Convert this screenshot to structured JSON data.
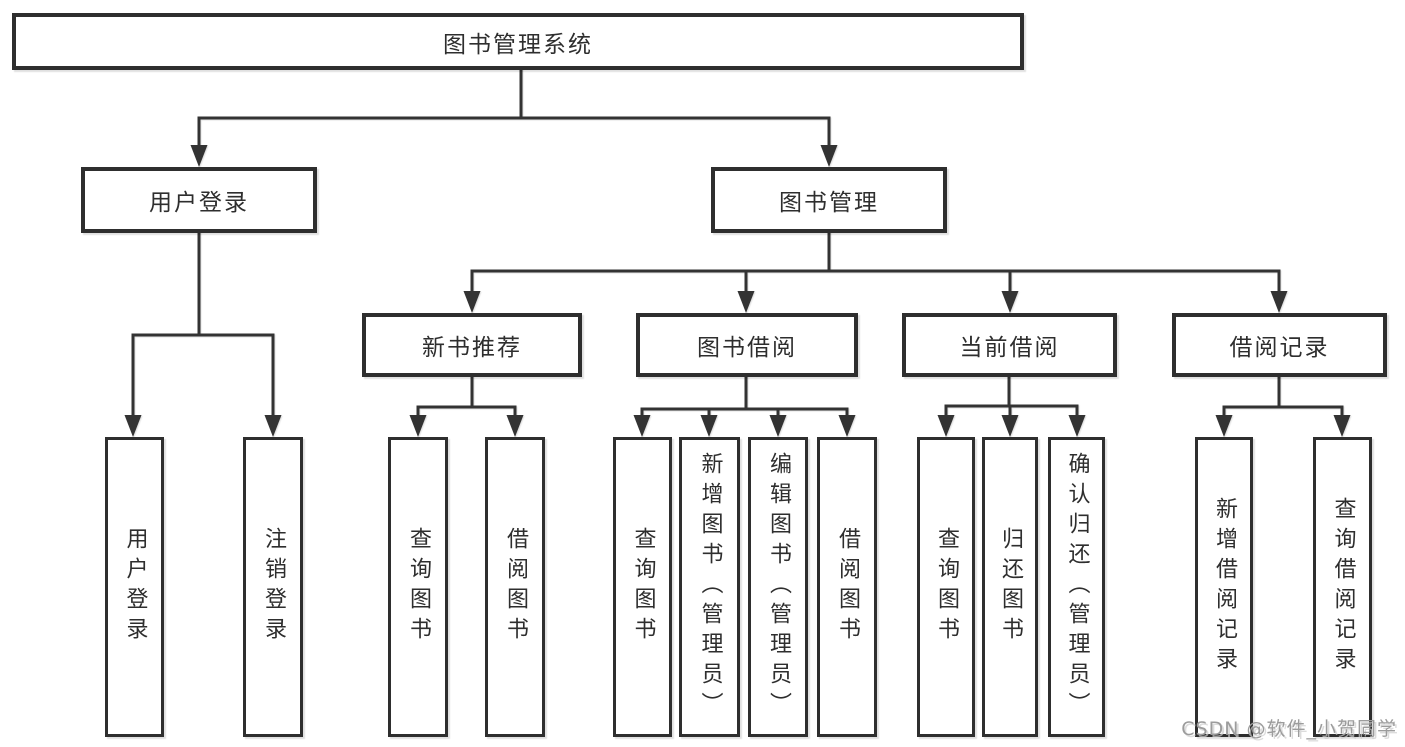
{
  "colors": {
    "line": "#333333",
    "box_border": "#2e2e2e",
    "background": "#ffffff",
    "watermark_text": "#9c9c9c"
  },
  "nodes": {
    "root": "图书管理系统",
    "userLogin": "用户登录",
    "bookMgmt": "图书管理",
    "leafUserLogin": "用户登录",
    "leafLogout": "注销登录",
    "newBookRec": "新书推荐",
    "bookBorrow": "图书借阅",
    "currentBorrow": "当前借阅",
    "borrowRecords": "借阅记录",
    "nbQuery": "查询图书",
    "nbBorrow": "借阅图书",
    "bbQuery": "查询图书",
    "bbAdd": "新增图书（管理员）",
    "bbEdit": "编辑图书（管理员）",
    "bbBorrow": "借阅图书",
    "cbQuery": "查询图书",
    "cbReturn": "归还图书",
    "cbConfirm": "确认归还（管理员）",
    "brAdd": "新增借阅记录",
    "brQuery": "查询借阅记录"
  },
  "tree": {
    "图书管理系统": {
      "用户登录": [
        "用户登录",
        "注销登录"
      ],
      "图书管理": {
        "新书推荐": [
          "查询图书",
          "借阅图书"
        ],
        "图书借阅": [
          "查询图书",
          "新增图书（管理员）",
          "编辑图书（管理员）",
          "借阅图书"
        ],
        "当前借阅": [
          "查询图书",
          "归还图书",
          "确认归还（管理员）"
        ],
        "借阅记录": [
          "新增借阅记录",
          "查询借阅记录"
        ]
      }
    }
  },
  "watermark": "CSDN @软件_小贺同学"
}
